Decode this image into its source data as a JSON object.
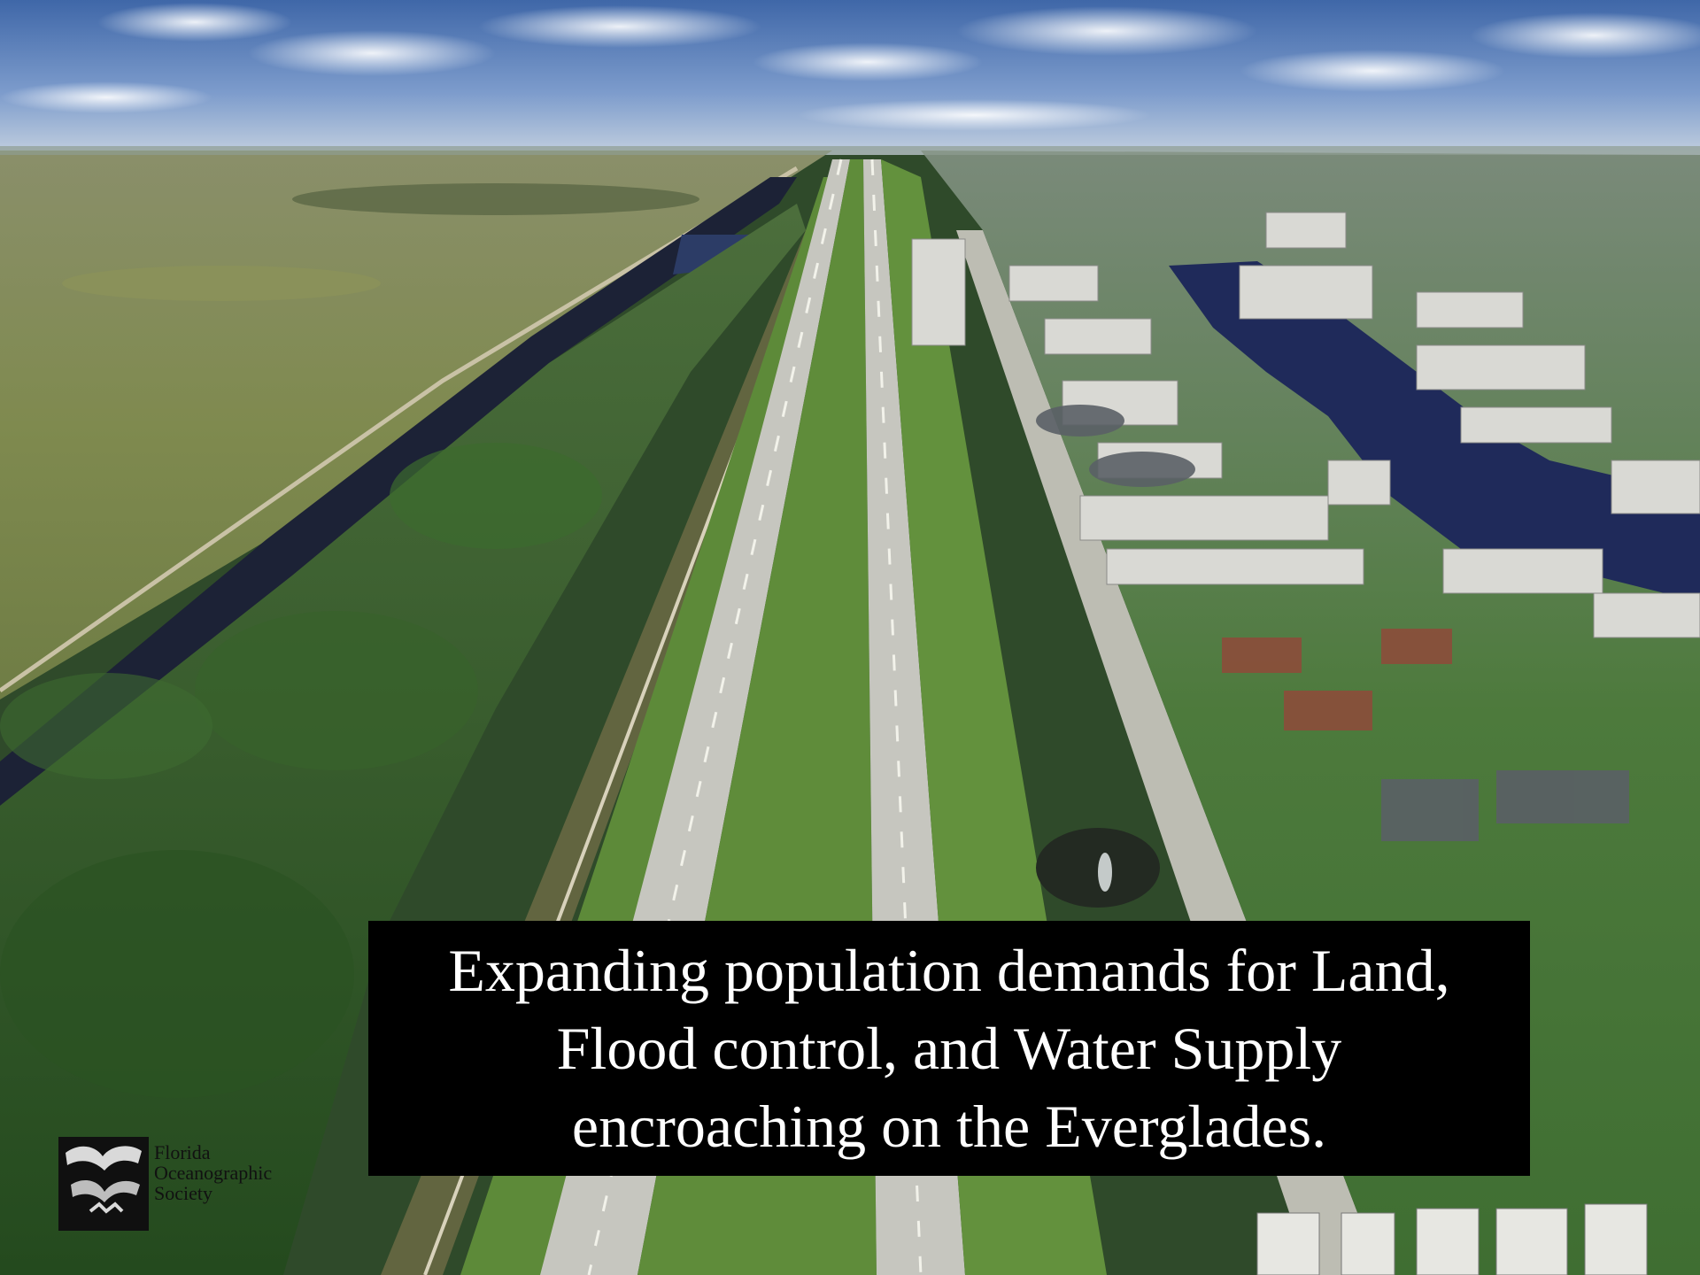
{
  "caption": {
    "text": "Expanding population demands for Land,\nFlood control, and Water Supply\nencroaching on the Everglades."
  },
  "logo": {
    "line1": "Florida",
    "line2": "Oceanographic",
    "line3": "Society",
    "icon": "florida-oceanographic-society-logo-icon"
  },
  "colors": {
    "caption_bg": "#000000",
    "caption_text": "#ffffff",
    "sky": "#5b7fb6",
    "marsh": "#7e8a52",
    "canal": "#1d2438",
    "forest": "#2f5a25",
    "lake": "#1f2a5a",
    "road": "#c9c9c4",
    "median": "#5f8a3a"
  }
}
